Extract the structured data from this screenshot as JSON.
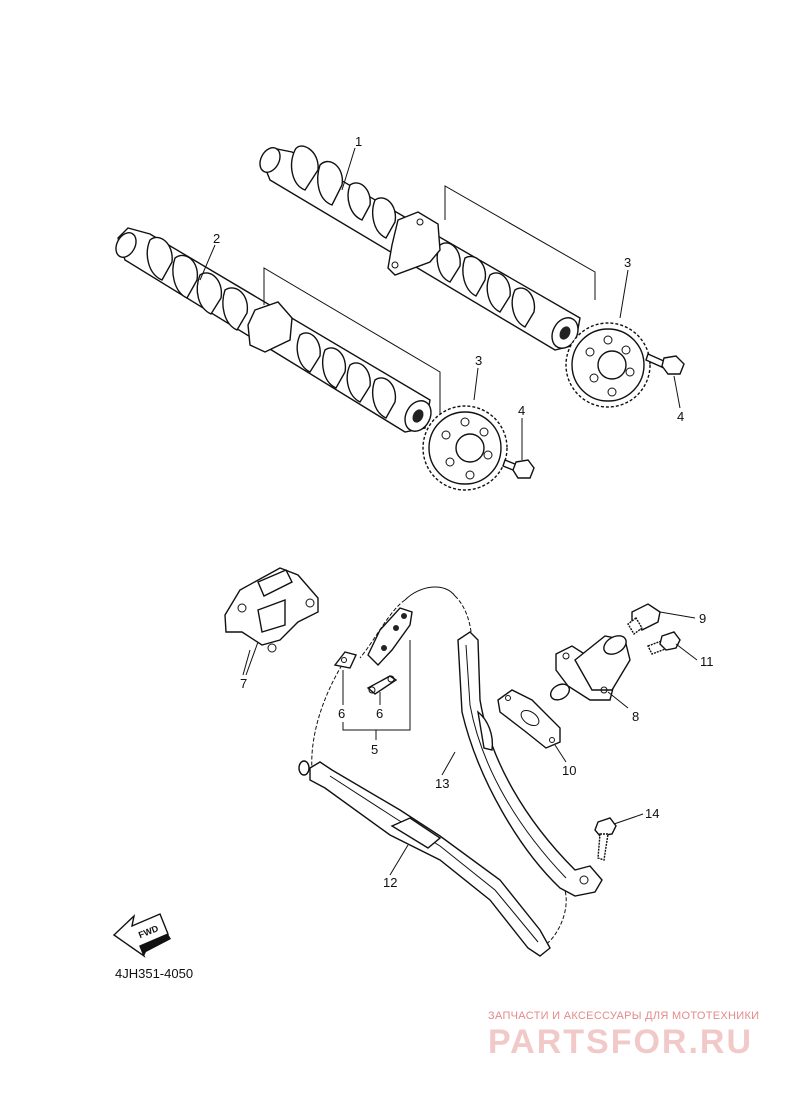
{
  "diagram": {
    "labels": [
      {
        "id": "1",
        "text": "1"
      },
      {
        "id": "2",
        "text": "2"
      },
      {
        "id": "3a",
        "text": "3"
      },
      {
        "id": "3b",
        "text": "3"
      },
      {
        "id": "4a",
        "text": "4"
      },
      {
        "id": "4b",
        "text": "4"
      },
      {
        "id": "5",
        "text": "5"
      },
      {
        "id": "6a",
        "text": "6"
      },
      {
        "id": "6b",
        "text": "6"
      },
      {
        "id": "7",
        "text": "7"
      },
      {
        "id": "8",
        "text": "8"
      },
      {
        "id": "9",
        "text": "9"
      },
      {
        "id": "10",
        "text": "10"
      },
      {
        "id": "11",
        "text": "11"
      },
      {
        "id": "12",
        "text": "12"
      },
      {
        "id": "13",
        "text": "13"
      },
      {
        "id": "14",
        "text": "14"
      }
    ],
    "fwd_label": "FWD",
    "diagram_code": "4JH351-4050"
  },
  "watermark": {
    "tagline": "ЗАПЧАСТИ И АКСЕССУАРЫ ДЛЯ МОТОТЕХНИКИ",
    "brand": "PARTSFOR.RU",
    "color": "#e58a8a"
  }
}
